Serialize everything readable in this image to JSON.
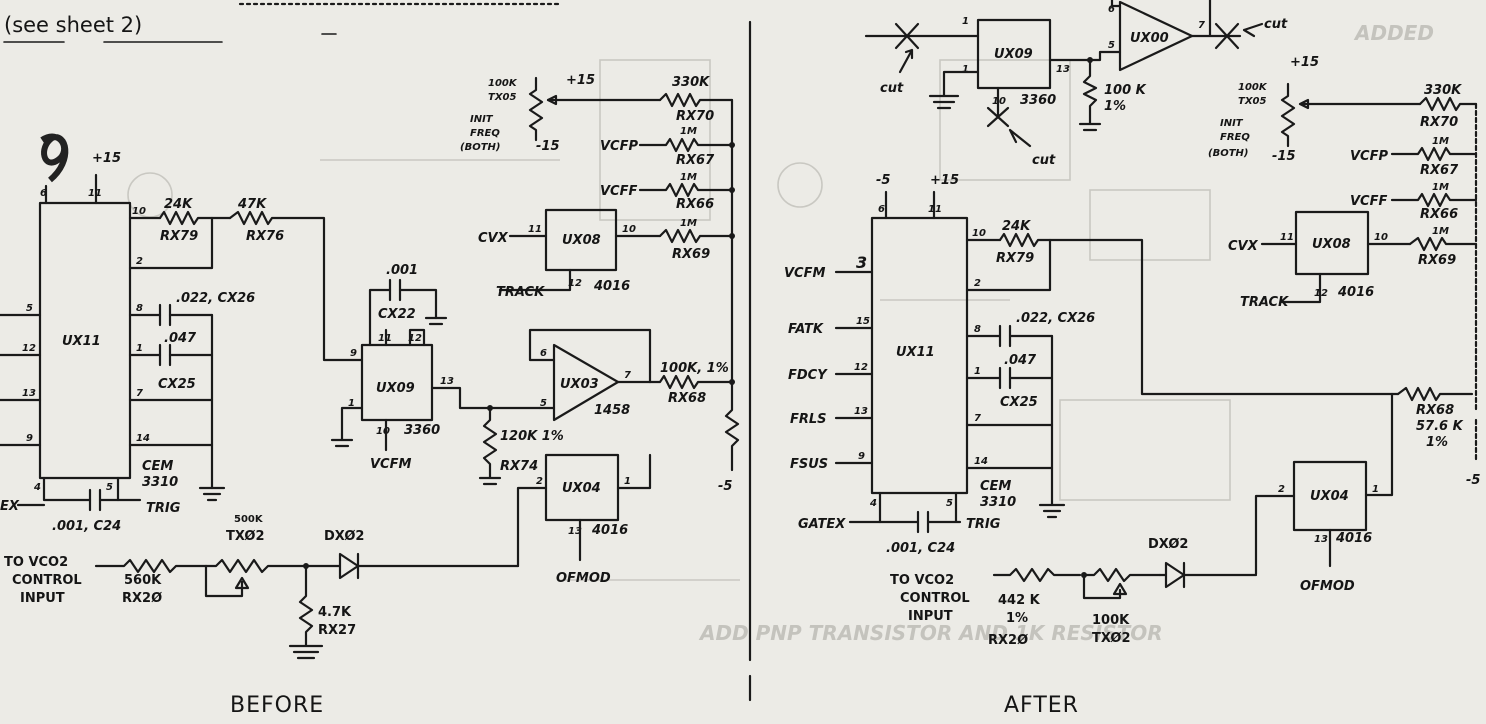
{
  "header": {
    "note": "(see sheet 2)"
  },
  "before": {
    "caption": "BEFORE",
    "chips": {
      "ux11": "UX11",
      "ux09": "UX09",
      "ux08": "UX08",
      "ux03": "UX03",
      "ux04": "UX04",
      "cem": "CEM",
      "cem_num": "3310",
      "p3360": "3360",
      "p1458": "1458",
      "p4016a": "4016",
      "p4016b": "4016"
    },
    "parts": {
      "rx79_v": "24K",
      "rx79": "RX79",
      "rx76_v": "47K",
      "rx76": "RX76",
      "c26": ".022, CX26",
      "c25_v": ".047",
      "c25": "CX25",
      "c22_v": ".001",
      "c22": "CX22",
      "c24": ".001, C24",
      "rx74_v": "120K 1%",
      "rx74": "RX74",
      "rx68_v": "100K, 1%",
      "rx68": "RX68",
      "rx70_v": "330K",
      "rx70": "RX70",
      "rx67_v": "1M",
      "rx67": "RX67",
      "rx66_v": "1M",
      "rx66": "RX66",
      "rx69_v": "1M",
      "rx69": "RX69",
      "tx05_v": "100K",
      "tx05": "TX05",
      "init": "INIT",
      "freq": "FREQ",
      "both": "(BOTH)",
      "tx02_v": "500K",
      "tx02": "TXØ2",
      "dx02": "DXØ2",
      "rx20_v": "560K",
      "rx20": "RX2Ø",
      "rx27_v": "4.7K",
      "rx27": "RX27"
    },
    "nets": {
      "p15a": "+15",
      "p15b": "+15",
      "m15": "-15",
      "m5": "-5",
      "vcfp": "VCFP",
      "vcff": "VCFF",
      "cvx": "CVX",
      "track": "TRACK",
      "vcfm": "VCFM",
      "ofmod": "OFMOD",
      "trig": "TRIG",
      "ex": "EX",
      "to1": "TO VCO2",
      "to2": "CONTROL",
      "to3": "INPUT"
    },
    "pins": [
      "6",
      "11",
      "10",
      "2",
      "5",
      "12",
      "13",
      "9",
      "8",
      "1",
      "7",
      "14",
      "4",
      "5",
      "9",
      "11",
      "12",
      "13",
      "1",
      "10",
      "11",
      "12",
      "10",
      "6",
      "7",
      "5",
      "2",
      "1",
      "13"
    ]
  },
  "after": {
    "caption": "AFTER",
    "chips": {
      "ux11": "UX11",
      "ux09": "UX09",
      "ux08": "UX08",
      "ux00": "UX00",
      "ux04": "UX04",
      "cem": "CEM",
      "cem_num": "3310",
      "p3360": "3360",
      "p4016a": "4016",
      "p4016b": "4016"
    },
    "cut": "cut",
    "inputs": [
      "VCFM",
      "FATK",
      "FDCY",
      "FRLS",
      "FSUS"
    ],
    "in_pins": [
      "3",
      "15",
      "12",
      "13",
      "9"
    ],
    "parts": {
      "rx79_v": "24K",
      "rx79": "RX79",
      "c26": ".022, CX26",
      "c25_v": ".047",
      "c25": "CX25",
      "c24": ".001, C24",
      "rx68": "RX68",
      "rx68_v": "57.6 K",
      "rx68_t": "1%",
      "r100k": "100 K",
      "r100k_t": "1%",
      "rx70_v": "330K",
      "rx70": "RX70",
      "rx67": "RX67",
      "rx66": "RX66",
      "rx69": "RX69",
      "rx67_v": "1M",
      "rx66_v": "1M",
      "rx69_v": "1M",
      "tx05_v": "100K",
      "tx05": "TX05",
      "init": "INIT",
      "freq": "FREQ",
      "both": "(BOTH)",
      "rx20_v": "442 K",
      "rx20_t": "1%",
      "rx20": "RX2Ø",
      "tx02_v": "100K",
      "tx02": "TXØ2",
      "dx02": "DXØ2"
    },
    "nets": {
      "m5a": "-5",
      "p15a": "+15",
      "p15b": "+15",
      "m15": "-15",
      "m5b": "-5",
      "vcfp": "VCFP",
      "vcff": "VCFF",
      "cvx": "CVX",
      "track": "TRACK",
      "ofmod": "OFMOD",
      "trig": "TRIG",
      "gatex": "GATEX",
      "to1": "TO VCO2",
      "to2": "CONTROL",
      "to3": "INPUT"
    },
    "pins": [
      "6",
      "11",
      "10",
      "2",
      "8",
      "1",
      "7",
      "14",
      "4",
      "5",
      "9",
      "1",
      "13",
      "10",
      "5",
      "6",
      "7",
      "11",
      "10",
      "12",
      "2",
      "1",
      "13"
    ]
  }
}
